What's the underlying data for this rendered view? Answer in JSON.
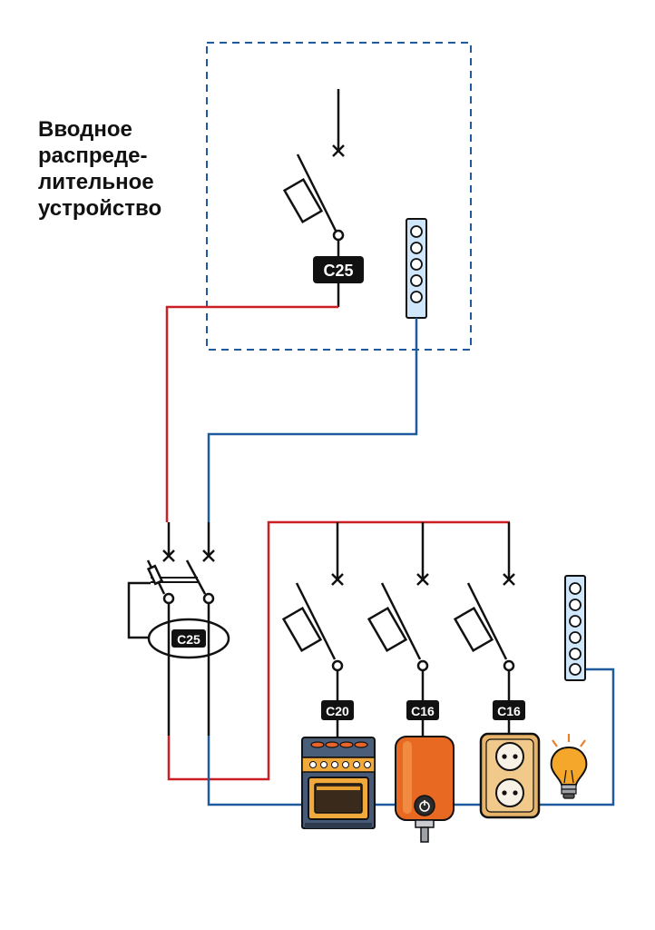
{
  "title": {
    "lines": [
      "Вводное",
      "распреде-",
      "лительное",
      "устройство"
    ]
  },
  "breakers": {
    "main": "C25",
    "rcd": "C25",
    "stove": "C20",
    "water_heater": "C16",
    "socket": "C16"
  },
  "colors": {
    "phase": "#cc1f24",
    "neutral": "#1f5a9e",
    "enclosure_border": "#1f5a9e",
    "bus_fill": "#cfe6fb",
    "label_bg": "#111111"
  },
  "icons": {
    "stove": "electric-stove-icon",
    "water_heater": "water-heater-icon",
    "socket": "double-socket-icon",
    "lamp": "light-bulb-icon"
  }
}
